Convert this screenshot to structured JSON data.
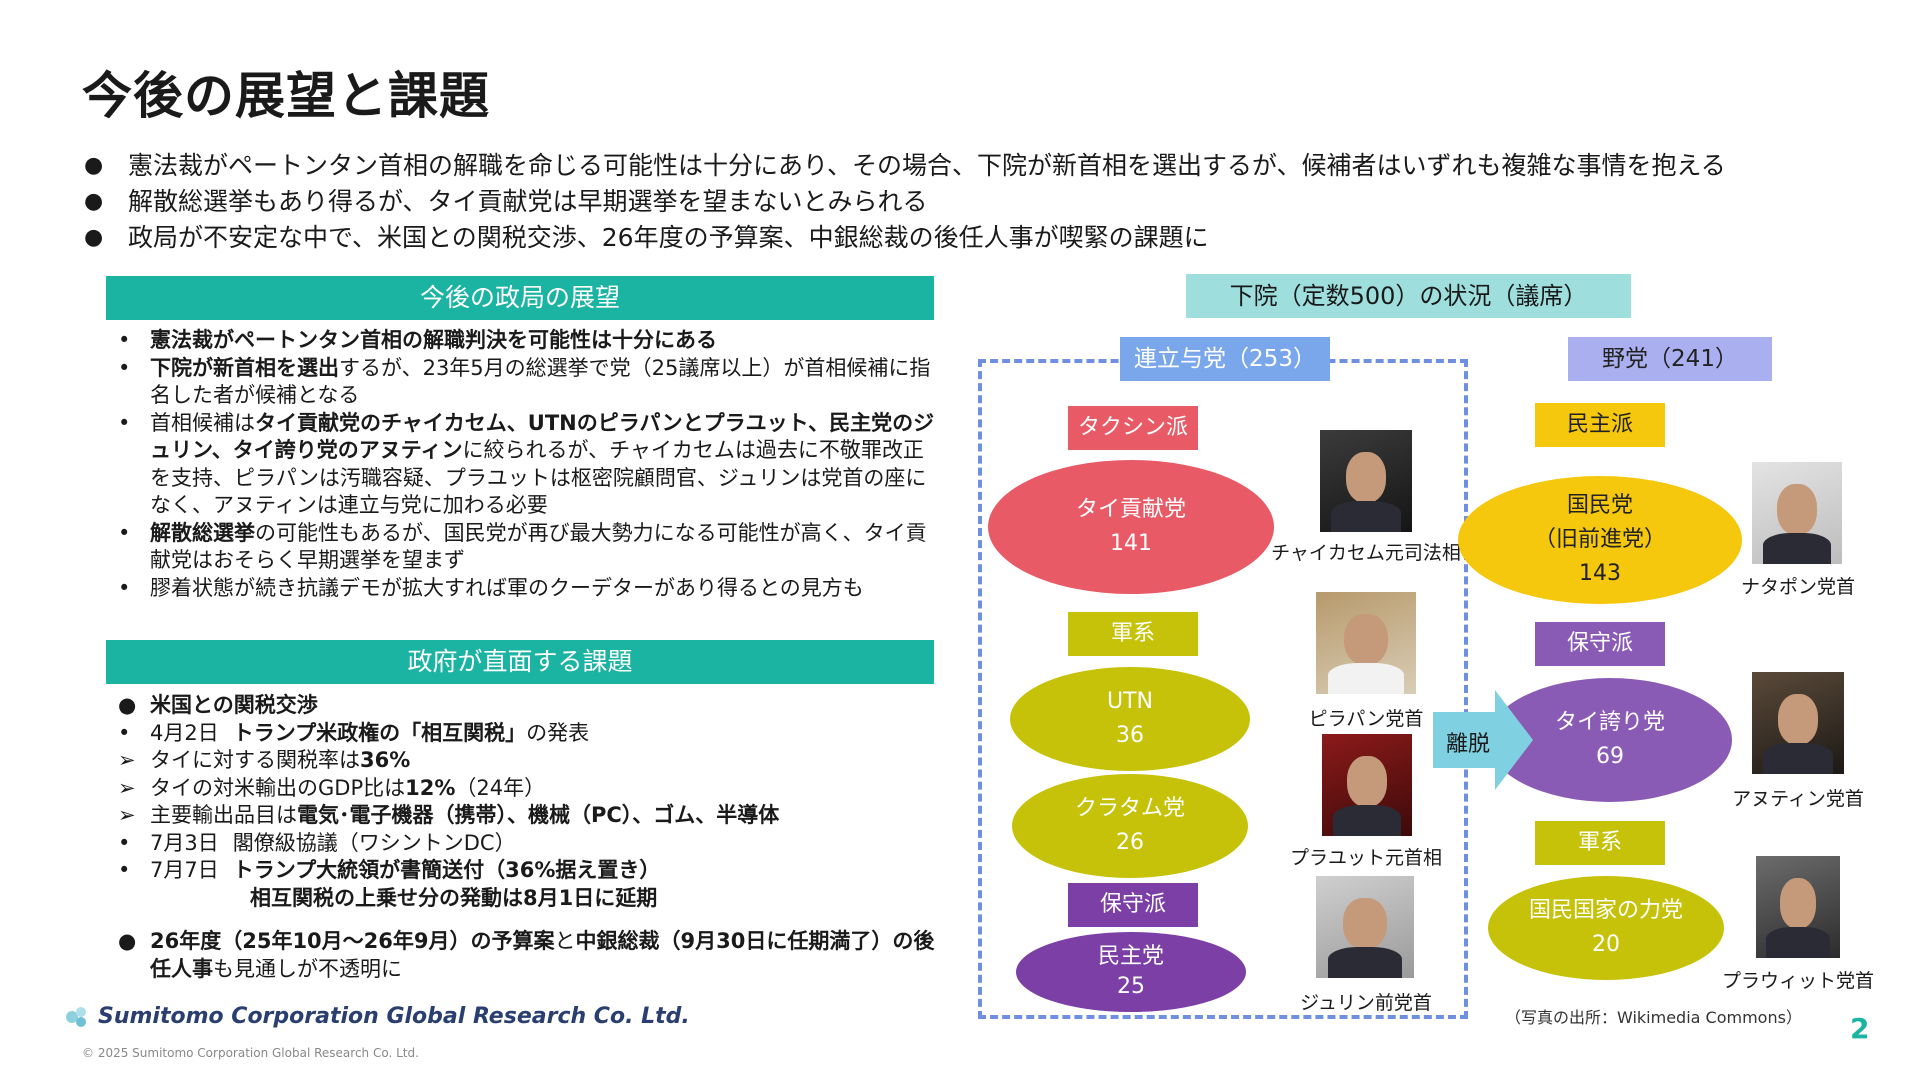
{
  "title": "今後の展望と課題",
  "bullets": [
    "憲法裁がペートンタン首相の解職を命じる可能性は十分にあり、その場合、下院が新首相を選出するが、候補者はいずれも複雑な事情を抱える",
    "解散総選挙もあり得るが、タイ貢献党は早期選挙を望まないとみられる",
    "政局が不安定な中で、米国との関税交渉、26年度の予算案、中銀総裁の後任人事が喫緊の課題に"
  ],
  "section1": {
    "header": "今後の政局の展望",
    "items": [
      [
        {
          "t": "憲法裁がペートンタン首相の解職判決を可能性は十分にある",
          "b": true
        }
      ],
      [
        {
          "t": "下院が新首相を選出",
          "b": true
        },
        {
          "t": "するが、23年5月の総選挙で党（25議席以上）が首相候補に指名した者が候補となる",
          "b": false
        }
      ],
      [
        {
          "t": "首相候補は",
          "b": false
        },
        {
          "t": "タイ貢献党のチャイカセム、UTNのピラパンとプラユット、民主党のジュリン、タイ誇り党のアヌティン",
          "b": true
        },
        {
          "t": "に絞られるが、チャイカセムは過去に不敬罪改正を支持、ピラパンは汚職容疑、プラユットは枢密院顧問官、ジュリンは党首の座になく、アヌティンは連立与党に加わる必要",
          "b": false
        }
      ],
      [
        {
          "t": "解散総選挙",
          "b": true
        },
        {
          "t": "の可能性もあるが、国民党が再び最大勢力になる可能性が高く、タイ貢献党はおそらく早期選挙を望まず",
          "b": false
        }
      ],
      [
        {
          "t": "膠着状態が続き抗議デモが拡大すれば軍のクーデターがあり得るとの見方も",
          "b": false
        }
      ]
    ]
  },
  "section2": {
    "header": "政府が直面する課題",
    "lines": [
      {
        "m": "●",
        "parts": [
          {
            "t": "米国との関税交渉",
            "b": true
          }
        ]
      },
      {
        "m": "•",
        "parts": [
          {
            "t": "4月2日",
            "b": false
          },
          {
            "t": "トランプ米政権の「相互関税」",
            "b": true
          },
          {
            "t": "の発表",
            "b": false
          }
        ]
      },
      {
        "m": "➢",
        "parts": [
          {
            "t": "タイに対する関税率は",
            "b": false
          },
          {
            "t": "36%",
            "b": true
          }
        ]
      },
      {
        "m": "➢",
        "parts": [
          {
            "t": "タイの対米輸出のGDP比は",
            "b": false
          },
          {
            "t": "12%",
            "b": true
          },
          {
            "t": "（24年）",
            "b": false
          }
        ]
      },
      {
        "m": "➢",
        "parts": [
          {
            "t": "主要輸出品目は",
            "b": false
          },
          {
            "t": "電気･電子機器（携帯）、機械（PC）、ゴム、半導体",
            "b": true
          }
        ]
      },
      {
        "m": "•",
        "parts": [
          {
            "t": "7月3日",
            "b": false
          },
          {
            "t": "閣僚級協議（ワシントンDC）",
            "b": false
          }
        ]
      },
      {
        "m": "•",
        "parts": [
          {
            "t": "7月7日",
            "b": false
          },
          {
            "t": "トランプ大統領が書簡送付（36%据え置き）",
            "b": true
          }
        ]
      },
      {
        "m": "",
        "indent": true,
        "parts": [
          {
            "t": "相互関税の上乗せ分の発動は8月1日に延期",
            "b": true
          }
        ]
      }
    ],
    "last": {
      "m": "●",
      "parts": [
        {
          "t": "26年度（25年10月～26年9月）の予算案",
          "b": true
        },
        {
          "t": "と",
          "b": false
        },
        {
          "t": "中銀総裁（9月30日に任期満了）の後任人事",
          "b": true
        },
        {
          "t": "も見通しが不透明に",
          "b": false
        }
      ]
    }
  },
  "chart": {
    "title": "下院（定数500）の状況（議席）",
    "coalition_label": "連立与党（253）",
    "opposition_label": "野党（241）",
    "shift_label": "離脱",
    "source": "（写真の出所：Wikimedia Commons）",
    "factions": {
      "thaksin": "タクシン派",
      "military_l": "軍系",
      "conservative_l": "保守派",
      "democrat_r": "民主派",
      "conservative_r": "保守派",
      "military_r": "軍系"
    },
    "parties": {
      "pheu_thai": {
        "name": "タイ貢献党",
        "seats": "141"
      },
      "utn": {
        "name": "UTN",
        "seats": "36"
      },
      "kla_tham": {
        "name": "クラタム党",
        "seats": "26"
      },
      "democrat": {
        "name": "民主党",
        "seats": "25"
      },
      "people": {
        "name": "国民党",
        "sub": "（旧前進党）",
        "seats": "143"
      },
      "bhumjaithai": {
        "name": "タイ誇り党",
        "seats": "69"
      },
      "pprp": {
        "name": "国民国家の力党",
        "seats": "20"
      }
    },
    "people_captions": {
      "chaikasem": "チャイカセム元司法相",
      "pirapan": "ピラパン党首",
      "prayut": "プラユット元首相",
      "jurin": "ジュリン前党首",
      "natthaphong": "ナタポン党首",
      "anutin": "アヌティン党首",
      "prawit": "プラウィット党首"
    },
    "colors": {
      "pheu_thai": "#e85a66",
      "utn": "#c6c20a",
      "kla_tham": "#c6c20a",
      "democrat": "#7b3fa6",
      "people": "#f5c70d",
      "bhumjaithai": "#8a5bb5",
      "pprp": "#c6c20a",
      "thaksin_tag": "#e85a66",
      "military_tag": "#c6c20a",
      "conservative_tag": "#7b3fa6",
      "democrat_tag": "#f5c70d",
      "conservative_tag_r": "#8a5bb5"
    }
  },
  "footer": {
    "company": "Sumitomo Corporation Global Research Co. Ltd.",
    "copyright": "© 2025 Sumitomo Corporation Global Research Co. Ltd.",
    "page": "2"
  }
}
